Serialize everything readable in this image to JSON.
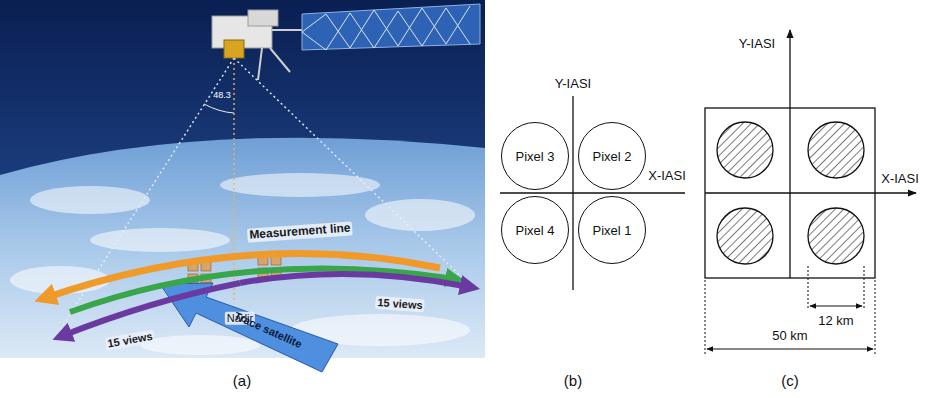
{
  "diagram": {
    "nodes": [
      {
        "text": [
          "Pixel 3"
        ]
      },
      {
        "text": [
          "Pixel 2"
        ]
      },
      {
        "text": [
          "Pixel 4"
        ]
      },
      {
        "text": [
          "Pixel 1"
        ]
      }
    ],
    "labels": [
      "48.3",
      "Measurement line",
      "15 views",
      "15 views",
      "Nadir",
      "Trace satellite",
      "(a)",
      "Y-IASI",
      "X-IASI",
      "(b)",
      "Y-IASI",
      "X-IASI",
      "50 km",
      "12 km",
      "(c)"
    ]
  }
}
